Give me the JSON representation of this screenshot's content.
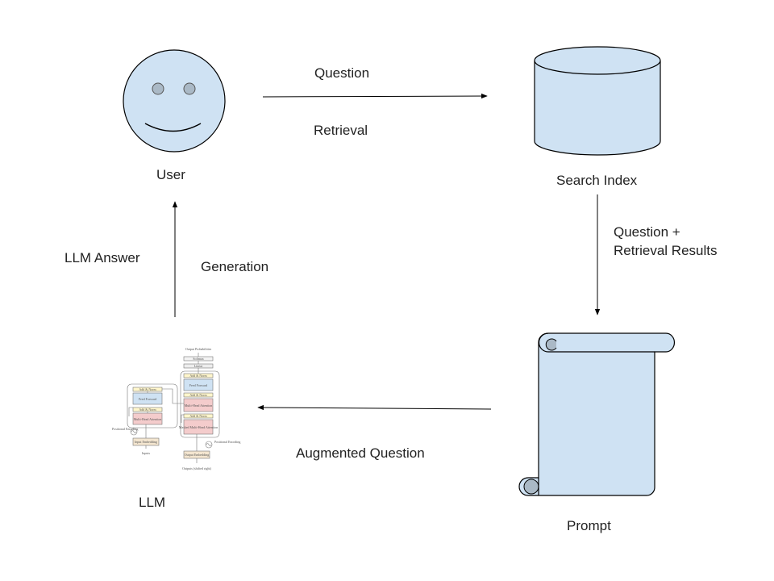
{
  "nodes": {
    "user": {
      "label": "User"
    },
    "search_index": {
      "label": "Search Index"
    },
    "prompt": {
      "label": "Prompt"
    },
    "llm": {
      "label": "LLM"
    }
  },
  "edges": {
    "question": {
      "label": "Question",
      "sublabel": "Retrieval"
    },
    "retrieval_results": {
      "label_line1": "Question +",
      "label_line2": "Retrieval Results"
    },
    "augmented": {
      "label": "Augmented Question"
    },
    "answer": {
      "label": "LLM Answer",
      "sublabel": "Generation"
    }
  },
  "transformer_figure": {
    "output_probabilities": "Output Probabilities",
    "softmax": "Softmax",
    "linear": "Linear",
    "add_norm": "Add & Norm",
    "feed_forward": "Feed Forward",
    "multi_head_attention": "Multi-Head Attention",
    "masked_multi_head_attention": "Masked Multi-Head Attention",
    "positional_encoding": "Positional Encoding",
    "input_embedding": "Input Embedding",
    "output_embedding": "Output Embedding",
    "inputs": "Inputs",
    "outputs_shifted": "Outputs (shifted right)"
  },
  "colors": {
    "shape_fill": "#cfe2f3",
    "stroke": "#000000",
    "text": "#222222"
  }
}
